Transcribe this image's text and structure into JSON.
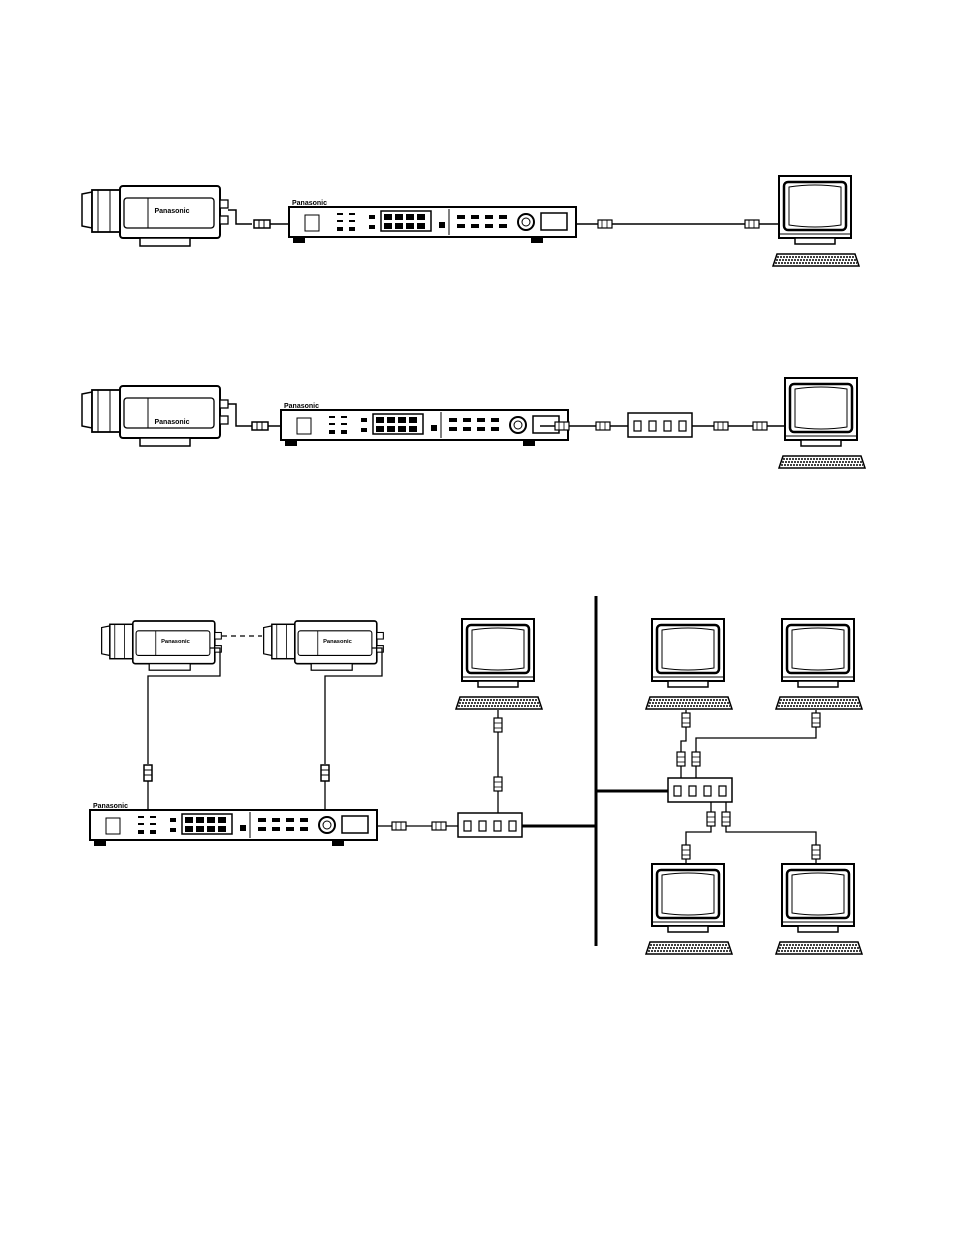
{
  "brand": "Panasonic",
  "colors": {
    "ink": "#000000",
    "paper": "#ffffff",
    "shade": "#e6e6e6"
  },
  "diagrams": [
    {
      "name": "direct-connection",
      "devices": [
        "camera",
        "encoder",
        "pc"
      ]
    },
    {
      "name": "hub-connection",
      "devices": [
        "camera",
        "encoder",
        "hub",
        "pc"
      ]
    },
    {
      "name": "network-connection",
      "devices": [
        "camera",
        "camera",
        "encoder",
        "hub",
        "pc",
        "network-backbone",
        "hub",
        "pc",
        "pc",
        "pc",
        "pc"
      ]
    }
  ]
}
